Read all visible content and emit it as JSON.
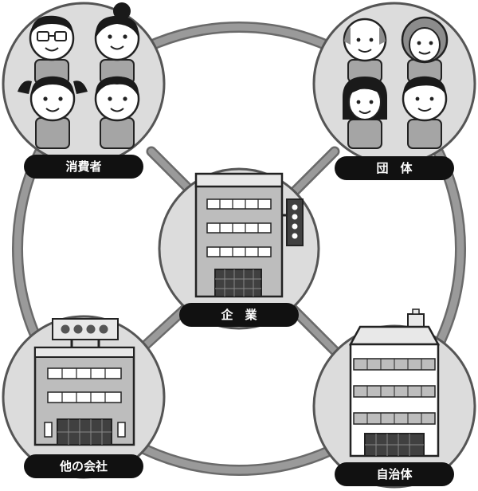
{
  "nodes": {
    "consumers": {
      "label": "消費者"
    },
    "groups": {
      "label": "団　体"
    },
    "company": {
      "label": "企　業"
    },
    "other_companies": {
      "label": "他の会社"
    },
    "local_government": {
      "label": "自治体"
    }
  },
  "colors": {
    "ring": "#8a8a8a",
    "ring_edge": "#6a6a6a",
    "node_fill": "#dcdcdc",
    "node_stroke": "#555555",
    "label_bg": "#111111",
    "label_text": "#ffffff",
    "building_light": "#e8e8e8",
    "building_mid": "#bdbdbd",
    "building_dark": "#404040",
    "window": "#ffffff",
    "skin": "#ffffff",
    "shirt": "#a5a5a5",
    "hair_dark": "#1a1a1a",
    "hair_gray": "#8c8c8c"
  }
}
